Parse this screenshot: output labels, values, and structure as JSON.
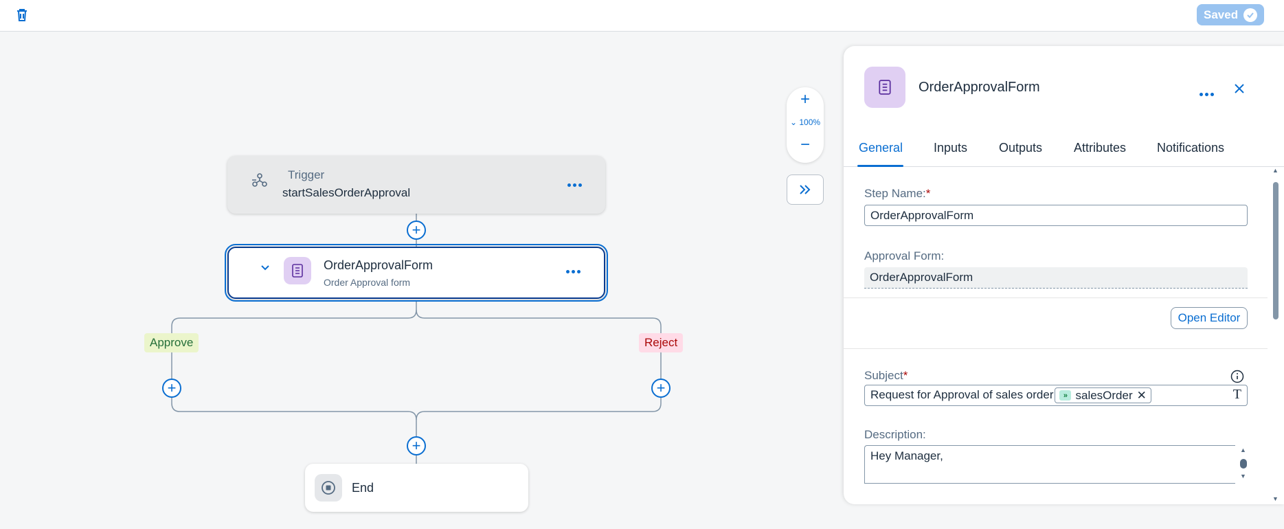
{
  "toolbar": {
    "saved_label": "Saved"
  },
  "zoom": {
    "level": "100%"
  },
  "flow": {
    "trigger": {
      "label": "Trigger",
      "name": "startSalesOrderApproval"
    },
    "form_step": {
      "name": "OrderApprovalForm",
      "subtitle": "Order Approval form"
    },
    "branches": {
      "approve": "Approve",
      "reject": "Reject"
    },
    "end": {
      "label": "End"
    }
  },
  "panel": {
    "title": "OrderApprovalForm",
    "tabs": [
      "General",
      "Inputs",
      "Outputs",
      "Attributes",
      "Notifications"
    ],
    "active_tab": "General",
    "step_name_label": "Step Name:",
    "step_name_value": "OrderApprovalForm",
    "approval_form_label": "Approval Form:",
    "approval_form_value": "OrderApprovalForm",
    "open_editor": "Open Editor",
    "subject_label": "Subject",
    "subject_text": "Request for Approval of sales order",
    "subject_token": "salesOrder",
    "description_label": "Description:",
    "description_value": "Hey Manager,"
  },
  "colors": {
    "accent": "#0a6ed1",
    "form_icon_bg": "#e0cff3",
    "approve_bg": "#ebf5cb",
    "reject_bg": "#ffdbe7"
  }
}
